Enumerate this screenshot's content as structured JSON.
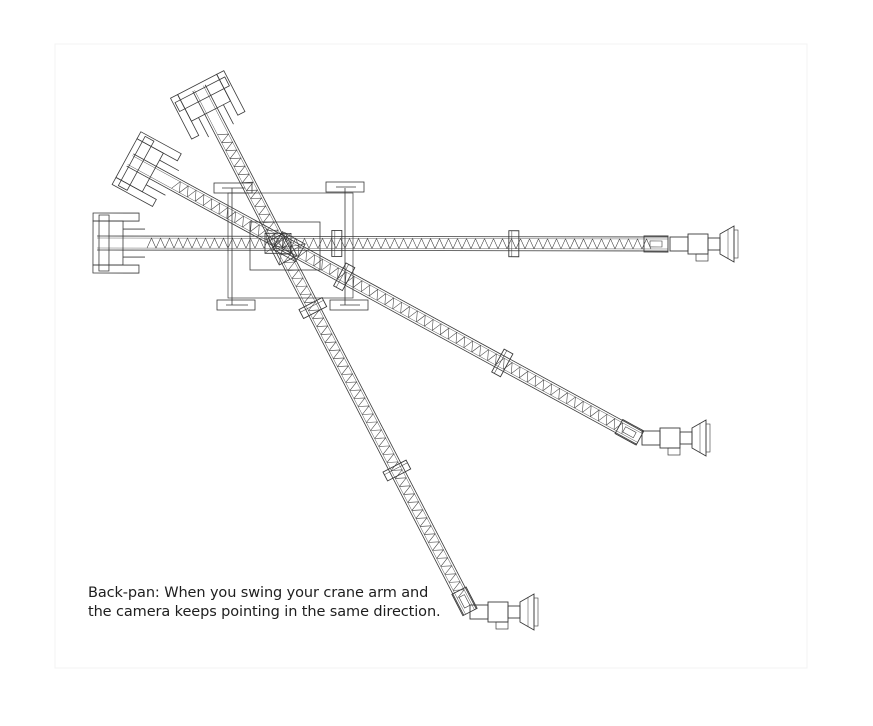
{
  "caption": {
    "line1": "Back-pan: When you swing your crane arm and",
    "line2": "the camera keeps pointing in the same direction."
  },
  "diagram": {
    "arm_positions": 3,
    "camera_direction": "right",
    "stroke_color": "#3a3a3a",
    "background_color": "#ffffff",
    "panel_border_color": "#f3f3f3"
  }
}
